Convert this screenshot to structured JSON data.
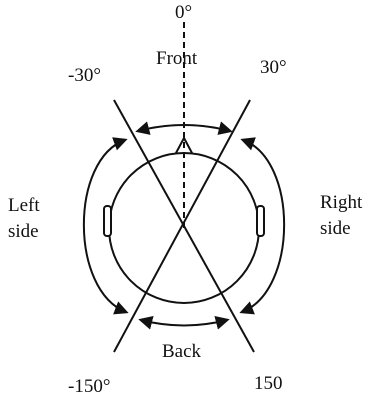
{
  "labels": {
    "zero_deg": "0°",
    "front": "Front",
    "neg30": "-30°",
    "pos30": "30°",
    "left_side_line1": "Left",
    "left_side_line2": "side",
    "right_side_line1": "Right",
    "right_side_line2": "side",
    "back": "Back",
    "neg150": "-150°",
    "pos150": "150"
  },
  "colors": {
    "stroke": "#111111",
    "background": "#ffffff"
  }
}
